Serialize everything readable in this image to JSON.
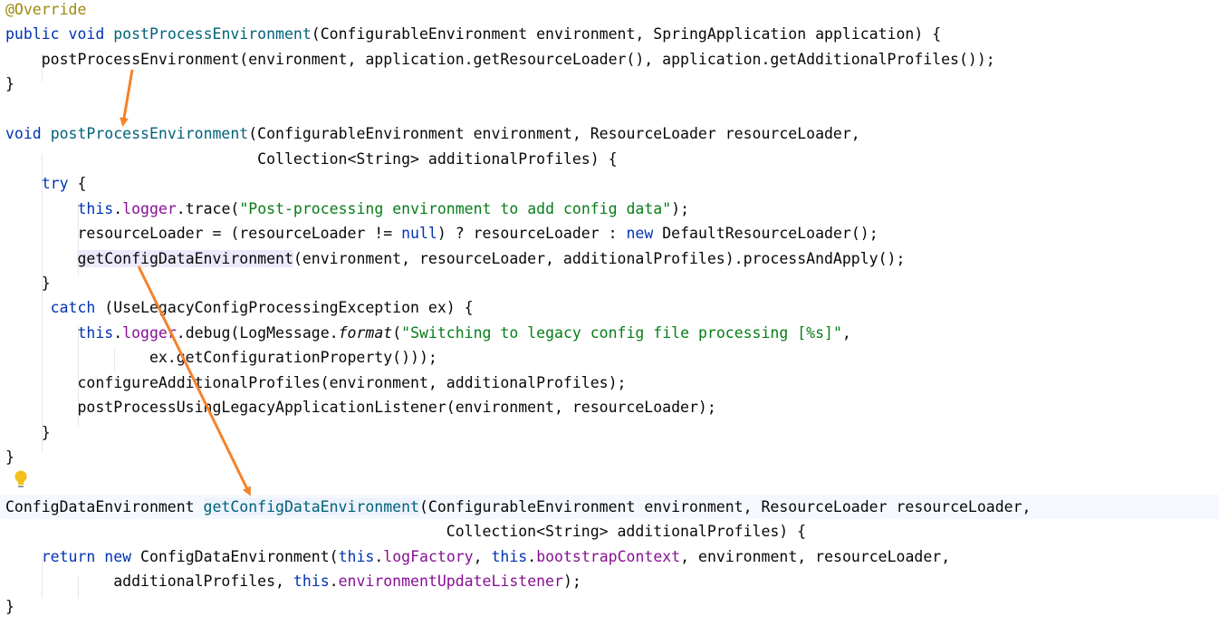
{
  "editor": {
    "lines": [
      [
        {
          "t": "@Override",
          "c": "ann"
        }
      ],
      [
        {
          "t": "public",
          "c": "kw"
        },
        {
          "t": " "
        },
        {
          "t": "void",
          "c": "kw"
        },
        {
          "t": " "
        },
        {
          "t": "postProcessEnvironment",
          "c": "fn"
        },
        {
          "t": "(ConfigurableEnvironment environment, SpringApplication application) {"
        }
      ],
      [
        {
          "t": "    postProcessEnvironment(environment, application.getResourceLoader(), application.getAdditionalProfiles());"
        }
      ],
      [
        {
          "t": "}"
        }
      ],
      [],
      [
        {
          "t": "void",
          "c": "kw"
        },
        {
          "t": " "
        },
        {
          "t": "postProcessEnvironment",
          "c": "fn"
        },
        {
          "t": "(ConfigurableEnvironment environment, ResourceLoader resourceLoader,"
        }
      ],
      [
        {
          "t": "                            Collection<String> additionalProfiles) {"
        }
      ],
      [
        {
          "t": "    "
        },
        {
          "t": "try",
          "c": "kw"
        },
        {
          "t": " {"
        }
      ],
      [
        {
          "t": "        "
        },
        {
          "t": "this",
          "c": "kw"
        },
        {
          "t": "."
        },
        {
          "t": "logger",
          "c": "fld"
        },
        {
          "t": ".trace("
        },
        {
          "t": "\"Post-processing environment to add config data\"",
          "c": "str"
        },
        {
          "t": ");"
        }
      ],
      [
        {
          "t": "        resourceLoader = (resourceLoader != "
        },
        {
          "t": "null",
          "c": "kw"
        },
        {
          "t": ") ? resourceLoader : "
        },
        {
          "t": "new",
          "c": "kw"
        },
        {
          "t": " DefaultResourceLoader();"
        }
      ],
      [
        {
          "t": "        "
        },
        {
          "t": "getConfigDataEnvironment",
          "c": "hl"
        },
        {
          "t": "(environment, resourceLoader, additionalProfiles).processAndApply();"
        }
      ],
      [
        {
          "t": "    }"
        }
      ],
      [
        {
          "t": "     "
        },
        {
          "t": "catch",
          "c": "kw"
        },
        {
          "t": " (UseLegacyConfigProcessingException ex) {"
        }
      ],
      [
        {
          "t": "        "
        },
        {
          "t": "this",
          "c": "kw"
        },
        {
          "t": "."
        },
        {
          "t": "logger",
          "c": "fld"
        },
        {
          "t": ".debug(LogMessage."
        },
        {
          "t": "format",
          "c": "it"
        },
        {
          "t": "("
        },
        {
          "t": "\"Switching to legacy config file processing [%s]\"",
          "c": "str"
        },
        {
          "t": ","
        }
      ],
      [
        {
          "t": "                ex.getConfigurationProperty()));"
        }
      ],
      [
        {
          "t": "        configureAdditionalProfiles(environment, additionalProfiles);"
        }
      ],
      [
        {
          "t": "        postProcessUsingLegacyApplicationListener(environment, resourceLoader);"
        }
      ],
      [
        {
          "t": "    }"
        }
      ],
      [
        {
          "t": "}"
        }
      ],
      [],
      [
        {
          "t": "ConfigDataEnvironment "
        },
        {
          "t": "getConfigDataEnvironment",
          "c": "fn hl2"
        },
        {
          "t": "(ConfigurableEnvironment environment, ResourceLoader resourceLoader,"
        }
      ],
      [
        {
          "t": "                                                 Collection<String> additionalProfiles) {"
        }
      ],
      [
        {
          "t": "    "
        },
        {
          "t": "return",
          "c": "kw"
        },
        {
          "t": " "
        },
        {
          "t": "new",
          "c": "kw"
        },
        {
          "t": " ConfigDataEnvironment("
        },
        {
          "t": "this",
          "c": "kw"
        },
        {
          "t": "."
        },
        {
          "t": "logFactory",
          "c": "fld"
        },
        {
          "t": ", "
        },
        {
          "t": "this",
          "c": "kw"
        },
        {
          "t": "."
        },
        {
          "t": "bootstrapContext",
          "c": "fld"
        },
        {
          "t": ", environment, resourceLoader,"
        }
      ],
      [
        {
          "t": "            additionalProfiles, "
        },
        {
          "t": "this",
          "c": "kw"
        },
        {
          "t": "."
        },
        {
          "t": "environmentUpdateListener",
          "c": "fld"
        },
        {
          "t": ");"
        }
      ],
      [
        {
          "t": "}"
        }
      ]
    ]
  },
  "colors": {
    "keyword": "#0033b3",
    "annotation": "#9e880d",
    "method_declaration": "#00627a",
    "string": "#067d17",
    "field": "#871094",
    "arrow": "#f5822a",
    "usage_highlight": "#ede9fb",
    "current_line": "#f5f8fe"
  },
  "gutter": {
    "icon": "lightbulb-icon"
  },
  "annotations": {
    "arrow_count": 2
  }
}
